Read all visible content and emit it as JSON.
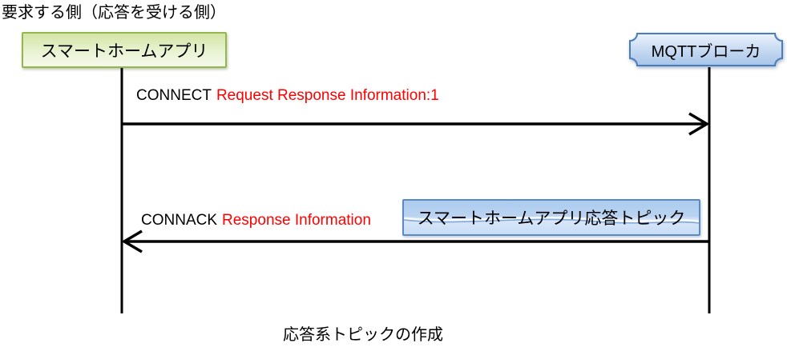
{
  "header": {
    "title": "要求する側（応答を受ける側）"
  },
  "actors": {
    "left": {
      "label": "スマートホームアプリ"
    },
    "right": {
      "label": "MQTTブローカ"
    }
  },
  "messages": [
    {
      "name": "CONNECT",
      "detail": "Request Response Information:1",
      "direction": "left-to-right"
    },
    {
      "name": "CONNACK",
      "detail": "Response Information",
      "direction": "right-to-left"
    }
  ],
  "note": {
    "label": "スマートホームアプリ応答トピック"
  },
  "caption": "応答系トピックの作成",
  "palette": {
    "message_name_color": "#000000",
    "message_detail_color": "#ff0000",
    "line_color": "#000000",
    "actor_left_border": "#94b64e",
    "actor_left_fill_top": "#d3e5a4",
    "actor_left_fill_bottom": "#f5f9ec",
    "actor_right_border": "#4a7ebb",
    "actor_right_fill_top": "#edf3fc",
    "actor_right_fill_bottom": "#a6c4e8",
    "note_border": "#5b8ac2",
    "note_fill_top": "#accbee",
    "note_fill_bottom": "#c9ddf5"
  }
}
